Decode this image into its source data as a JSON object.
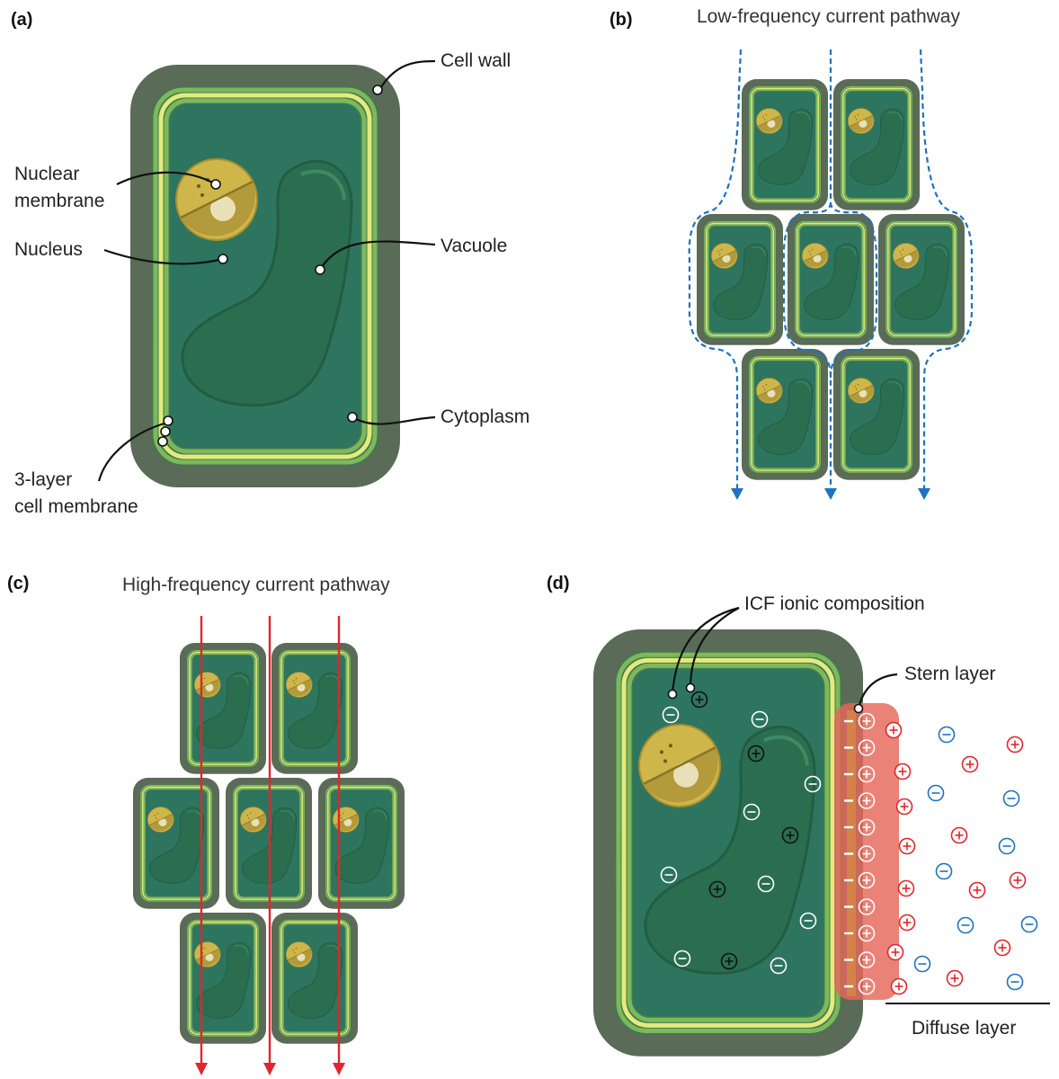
{
  "panels": {
    "a": {
      "tag": "(a)",
      "labels": {
        "cell_wall": "Cell wall",
        "nuclear_membrane_1": "Nuclear",
        "nuclear_membrane_2": "membrane",
        "nucleus": "Nucleus",
        "vacuole": "Vacuole",
        "cytoplasm": "Cytoplasm",
        "cell_membrane_1": "3-layer",
        "cell_membrane_2": "cell membrane"
      }
    },
    "b": {
      "tag": "(b)",
      "title": "Low-frequency current pathway"
    },
    "c": {
      "tag": "(c)",
      "title": "High-frequency current pathway"
    },
    "d": {
      "tag": "(d)",
      "labels": {
        "icf": "ICF ionic composition",
        "stern": "Stern layer",
        "diffuse": "Diffuse layer"
      }
    }
  },
  "colors": {
    "cell_wall": "#5a6b58",
    "cytoplasm": "#2e7560",
    "membrane_outer": "#7fb85a",
    "membrane_mid": "#e4ea7c",
    "nucleus": "#cfb64a",
    "vacuole": "#2a6e4f",
    "low_freq_path": "#1e73be",
    "high_freq_path": "#e0262d",
    "cation": "#e0262d",
    "anion": "#1e73be",
    "stern_band": "#e5675a"
  },
  "ion_symbols": {
    "plus": "+",
    "minus": "−"
  }
}
